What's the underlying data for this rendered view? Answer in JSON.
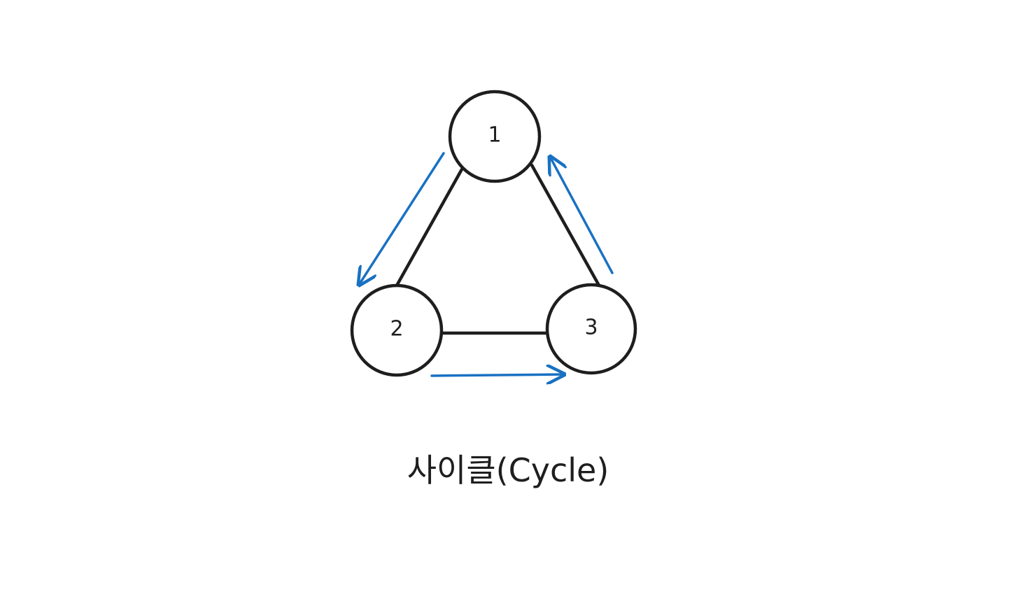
{
  "diagram": {
    "caption": "사이클(Cycle)",
    "nodes": [
      {
        "id": "1",
        "label": "1"
      },
      {
        "id": "2",
        "label": "2"
      },
      {
        "id": "3",
        "label": "3"
      }
    ],
    "edges": [
      {
        "from": "1",
        "to": "2"
      },
      {
        "from": "1",
        "to": "3"
      },
      {
        "from": "2",
        "to": "3"
      }
    ],
    "directed_cycle": [
      {
        "from": "1",
        "to": "2"
      },
      {
        "from": "2",
        "to": "3"
      },
      {
        "from": "3",
        "to": "1"
      }
    ],
    "colors": {
      "stroke": "#1e1e1e",
      "arrow": "#1971c2"
    }
  }
}
